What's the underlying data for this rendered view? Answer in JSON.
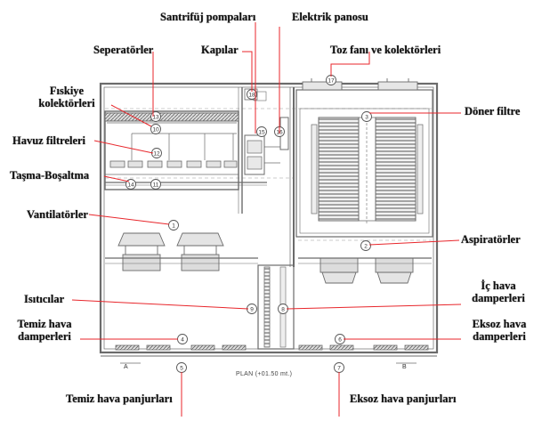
{
  "labels": {
    "santrifuj": "Santrifüj pompaları",
    "elektrik": "Elektrik panosu",
    "seperatorler": "Seperatörler",
    "kapilar": "Kapılar",
    "toz_fani": "Toz fanı ve kolektörleri",
    "fiskiye_1": "Fıskiye",
    "fiskiye_2": "kolektörleri",
    "doner_filtre": "Döner filtre",
    "havuz_filtreleri": "Havuz filtreleri",
    "tasma": "Taşma-Boşaltma",
    "vantilatorler": "Vantilatörler",
    "aspiratorler": "Aspiratörler",
    "ic_hava_1": "İç hava",
    "ic_hava_2": "damperleri",
    "isiticilar": "Isıtıcılar",
    "temiz_hava_1": "Temiz hava",
    "temiz_hava_2": "damperleri",
    "eksoz_hava_1": "Eksoz hava",
    "eksoz_hava_2": "damperleri",
    "temiz_panjur": "Temiz hava panjurları",
    "eksoz_panjur": "Eksoz hava panjurları",
    "plan": "PLAN (+01.50 mt.)"
  },
  "section_marks": {
    "a": "A",
    "b": "B"
  },
  "tags": {
    "t1": "1",
    "t2": "2",
    "t3": "3",
    "t4": "4",
    "t5": "5",
    "t6": "6",
    "t7": "7",
    "t8": "8",
    "t9": "9",
    "t10": "10",
    "t11": "11",
    "t12": "12",
    "t13": "13",
    "t14": "14",
    "t15": "15",
    "t16": "16",
    "t17": "17",
    "t18": "18"
  },
  "colors": {
    "label_line": "#e8262b",
    "drawing": "#6b6b6b",
    "text": "#111111"
  }
}
